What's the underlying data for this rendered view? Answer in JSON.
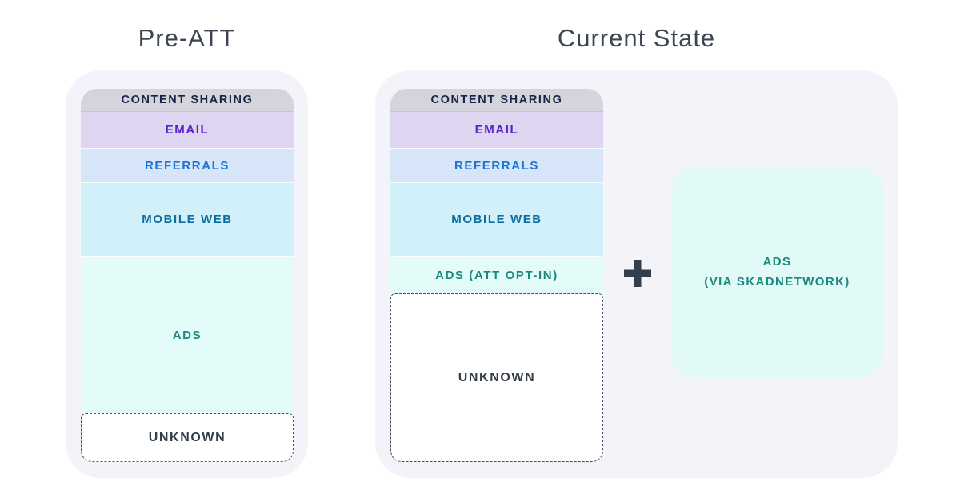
{
  "titles": {
    "left": "Pre-ATT",
    "right": "Current State"
  },
  "pre_att": {
    "segments": [
      {
        "label": "CONTENT SHARING"
      },
      {
        "label": "EMAIL"
      },
      {
        "label": "REFERRALS"
      },
      {
        "label": "MOBILE WEB"
      },
      {
        "label": "ADS"
      },
      {
        "label": "UNKNOWN"
      }
    ]
  },
  "current_state": {
    "segments": [
      {
        "label": "CONTENT SHARING"
      },
      {
        "label": "EMAIL"
      },
      {
        "label": "REFERRALS"
      },
      {
        "label": "MOBILE WEB"
      },
      {
        "label": "ADS (ATT OPT-IN)"
      },
      {
        "label": "UNKNOWN"
      }
    ],
    "plus_sign": "+",
    "skadnetwork_box": {
      "line1": "ADS",
      "line2": "(VIA SKADNETWORK)"
    }
  },
  "colors": {
    "card_background": "#f2f4f9",
    "content_sharing_bg": "#d5d4dc",
    "content_sharing_text": "#1b2344",
    "email_bg": "#ded6f1",
    "email_text": "#5a1ecf",
    "referrals_bg": "#d6e5f8",
    "referrals_text": "#1a73d8",
    "mobile_web_bg": "#d1f0f9",
    "mobile_web_text": "#0c6da1",
    "ads_bg": "#e3fbf9",
    "ads_text": "#17897d",
    "unknown_bg": "#ffffff",
    "unknown_text": "#333e4b",
    "unknown_border": "#454f5b",
    "plus_color": "#323f4b",
    "title_text": "#3c4652"
  }
}
